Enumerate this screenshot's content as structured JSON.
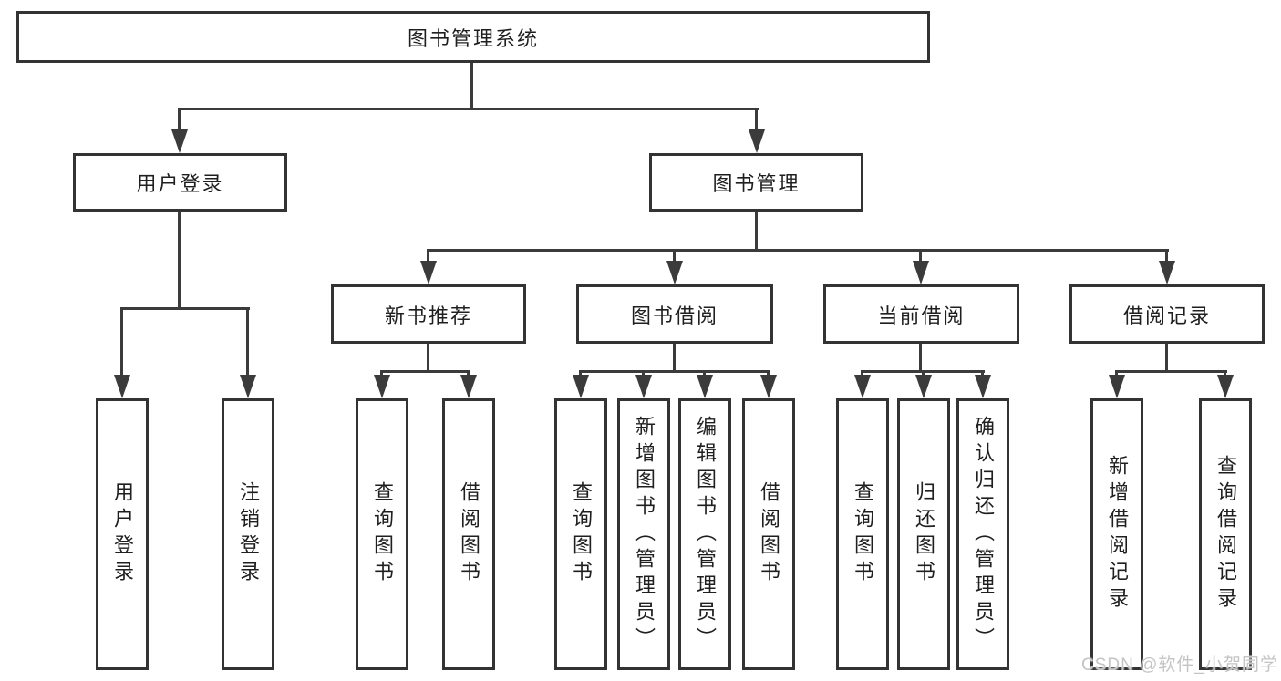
{
  "nodes": {
    "root": "图书管理系统",
    "user_login": "用户登录",
    "book_mgmt": "图书管理",
    "new_book_rec": "新书推荐",
    "book_borrow": "图书借阅",
    "current_borrow": "当前借阅",
    "borrow_records": "借阅记录",
    "ul_login": "用户登录",
    "ul_logout": "注销登录",
    "nbr_query": "查询图书",
    "nbr_borrow": "借阅图书",
    "bb_query": "查询图书",
    "bb_add": "新增图书（管理员）",
    "bb_edit": "编辑图书（管理员）",
    "bb_borrow": "借阅图书",
    "cb_query": "查询图书",
    "cb_return": "归还图书",
    "cb_confirm": "确认归还（管理员）",
    "br_add": "新增借阅记录",
    "br_query": "查询借阅记录"
  },
  "watermark": {
    "text": "CSDN @软件_小贺同学"
  },
  "colors": {
    "line": "#3b3b3b",
    "border": "#333333",
    "text": "#1f1f1f",
    "background": "#ffffff",
    "watermark": "#c4c4c4"
  }
}
